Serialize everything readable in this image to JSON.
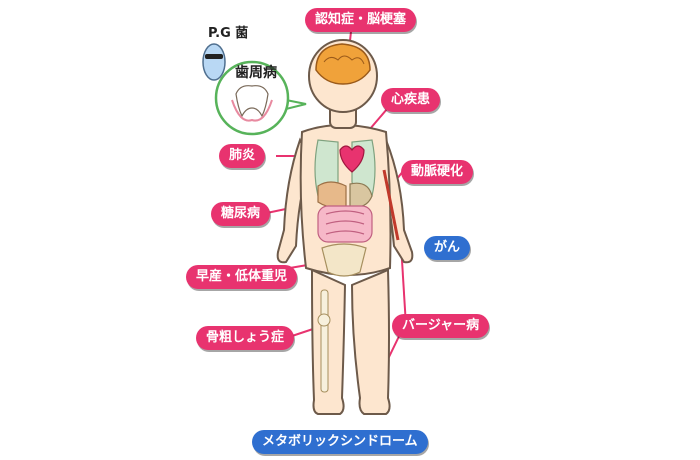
{
  "labels": {
    "dementia": "認知症・脳梗塞",
    "heart": "心疾患",
    "lung": "肺炎",
    "artery": "動脈硬化",
    "diabetes": "糖尿病",
    "cancer": "がん",
    "premature": "早産・低体重児",
    "buerger": "バージャー病",
    "osteoporosis": "骨粗しょう症",
    "metabolic": "メタボリックシンドローム"
  },
  "bubble": {
    "bacteria": "P.G 菌",
    "periodontal": "歯周病"
  },
  "colors": {
    "pink_label": "#e8336f",
    "blue_label": "#2f6fd0",
    "skin": "#fde6cf",
    "bubble_border": "#57b35a"
  }
}
